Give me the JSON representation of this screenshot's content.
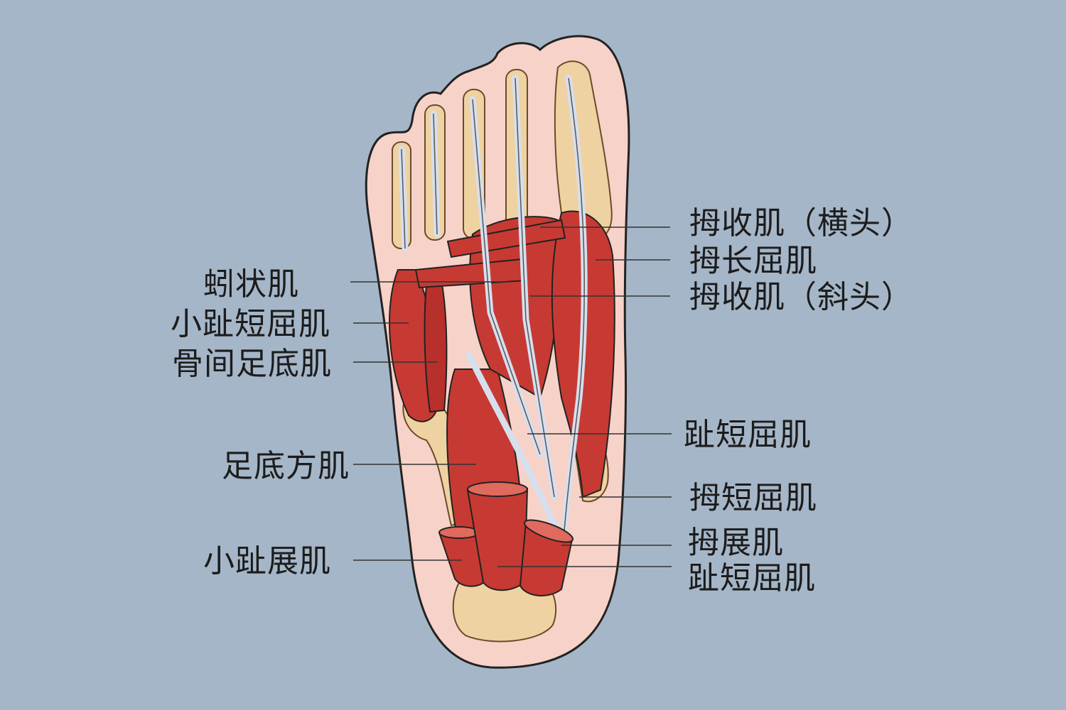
{
  "colors": {
    "background": "#a5b6c8",
    "skin": "#f7d2c8",
    "muscle": "#c73a33",
    "muscle_light": "#e06a5e",
    "tendon": "#d6dfee",
    "bone": "#efd2a2",
    "leader_line": "#333333"
  },
  "labels": {
    "left": {
      "lumbricals": "蚓状肌",
      "flexor_digiti_minimi": "小趾短屈肌",
      "plantar_interossei": "骨间足底肌",
      "quadratus_plantae": "足底方肌",
      "abductor_digiti_minimi": "小趾展肌"
    },
    "right": {
      "adductor_hallucis_transverse": "拇收肌（横头）",
      "flexor_hallucis_longus": "拇长屈肌",
      "adductor_hallucis_oblique": "拇收肌（斜头）",
      "flexor_digitorum_brevis": "趾短屈肌",
      "flexor_hallucis_brevis": "拇短屈肌",
      "abductor_hallucis": "拇展肌",
      "flexor_digitorum_brevis_2": "趾短屈肌"
    }
  }
}
